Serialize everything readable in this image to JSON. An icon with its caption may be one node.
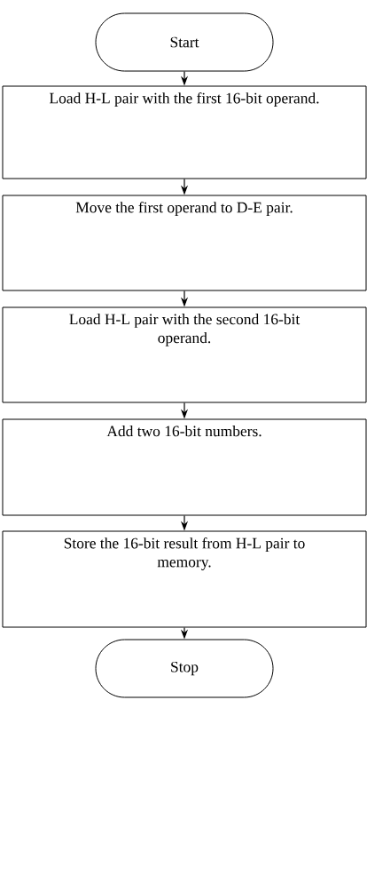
{
  "diagram": {
    "nodes": [
      {
        "text": [
          "Start"
        ]
      },
      {
        "text": [
          "Load H-L pair with the first 16-bit operand."
        ]
      },
      {
        "text": [
          "Move the first operand to D-E pair."
        ]
      },
      {
        "text": [
          "Load H-L pair with the second 16-bit operand."
        ]
      },
      {
        "text": [
          "Add two 16-bit numbers."
        ]
      },
      {
        "text": [
          "Store the 16-bit result from H-L pair to memory."
        ]
      },
      {
        "text": [
          "Stop"
        ]
      }
    ],
    "edges": [
      {
        "from": 0,
        "to": 1,
        "arrow": "to"
      },
      {
        "from": 1,
        "to": 2,
        "arrow": "to"
      },
      {
        "from": 2,
        "to": 3,
        "arrow": "to"
      },
      {
        "from": 3,
        "to": 4,
        "arrow": "to"
      },
      {
        "from": 4,
        "to": 5,
        "arrow": "to"
      },
      {
        "from": 5,
        "to": 6,
        "arrow": "to"
      }
    ]
  }
}
